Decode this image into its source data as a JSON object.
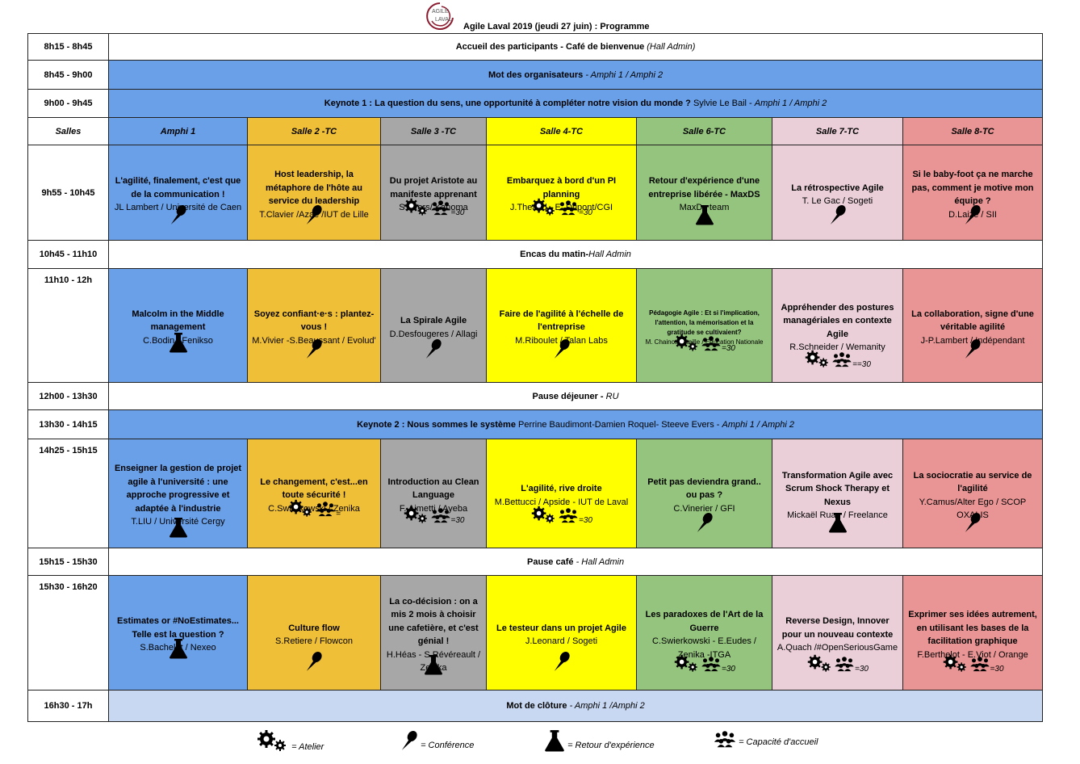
{
  "header": {
    "logo_text": "AGILE LAVAL",
    "title": "Agile Laval 2019 (jeudi 27 juin) : Programme"
  },
  "rows": {
    "accueil": {
      "time": "8h15 - 8h45",
      "text": "Accueil des participants - Café de bienvenue",
      "loc": "(Hall Admin)"
    },
    "mot": {
      "time": "8h45 - 9h00",
      "text": "Mot des organisateurs",
      "loc": "- Amphi 1 / Amphi 2"
    },
    "keynote1": {
      "time": "9h00 - 9h45",
      "text": "Keynote 1 :   La question du sens, une opportunité à compléter notre vision du monde ?",
      "spk": "Sylvie Le Bail -",
      "loc": "Amphi 1 / Amphi 2"
    },
    "salles": {
      "label": "Salles",
      "rooms": [
        "Amphi 1",
        "Salle 2 -TC",
        "Salle 3 -TC",
        "Salle 4-TC",
        "Salle 6-TC",
        "Salle 7-TC",
        "Salle 8-TC"
      ]
    },
    "s1": {
      "time": "9h55 - 10h45",
      "sessions": [
        {
          "title": "L'agilité, finalement, c'est que de la communication !",
          "spk": "JL Lambert / Université de Caen",
          "cap": ""
        },
        {
          "title": "Host leadership, la métaphore de l'hôte au service du leadership",
          "spk": "T.Clavier  /Azaé /IUT de Lille",
          "cap": ""
        },
        {
          "title": "Du projet Aristote au manifeste apprenant",
          "spk": "S.Evers/ Kanoma",
          "cap": "=30"
        },
        {
          "title": "Embarquez à bord d'un PI planning",
          "spk": "J.Theaud - E. Dupont/CGI",
          "cap": "=30"
        },
        {
          "title": "Retour d'expérience d'une entreprise libérée - MaxDS",
          "spk": "MaxDs team",
          "cap": ""
        },
        {
          "title": "La rétrospective Agile",
          "spk": "T. Le Gac / Sogeti",
          "cap": ""
        },
        {
          "title": "Si le baby-foot ça ne marche pas, comment je motive mon équipe ?",
          "spk": "D.Laizé / SII",
          "cap": ""
        }
      ]
    },
    "encas": {
      "time": "10h45 - 11h10",
      "text": "Encas du matin-",
      "loc": "Hall Admin"
    },
    "s2": {
      "time": "11h10 - 12h",
      "sessions": [
        {
          "title": "Malcolm in the Middle management",
          "spk": "C.Bodin / Fenikso",
          "cap": ""
        },
        {
          "title": "Soyez confiant·e·s : plantez-vous !",
          "spk": "M.Vivier -S.Beaussant / Evolud'",
          "cap": ""
        },
        {
          "title": "La Spirale Agile",
          "spk": "D.Desfougeres / Allagi",
          "cap": ""
        },
        {
          "title": "Faire de l'agilité à l'échelle de l'entreprise",
          "spk": "M.Riboulet / Talan Labs",
          "cap": ""
        },
        {
          "title": "Pédagogie Agile : Et si l'implication, l'attention, la mémorisation et la gratitude se cultivaient?",
          "spk": "M. Chainot-Bataille / Education Nationale",
          "cap": "=30"
        },
        {
          "title": "Appréhender des postures managériales en contexte Agile",
          "spk": "R.Schneider / Wemanity",
          "cap": "==30"
        },
        {
          "title": "La collaboration, signe d'une véritable agilité",
          "spk": "J-P.Lambert / Indépendant",
          "cap": ""
        }
      ]
    },
    "dejeuner": {
      "time": "12h00 - 13h30",
      "text": "Pause déjeuner -",
      "loc": "RU"
    },
    "keynote2": {
      "time": "13h30 - 14h15",
      "text": "Keynote 2 : Nous sommes le système",
      "spk": "Perrine Baudimont-Damien Roquel- Steeve Evers -",
      "loc": "Amphi 1 / Amphi 2"
    },
    "s3": {
      "time": "14h25 - 15h15",
      "sessions": [
        {
          "title": "Enseigner la gestion de projet agile à l'université : une approche progressive et adaptée à l'industrie",
          "spk": "T.LIU / Université Cergy",
          "cap": ""
        },
        {
          "title": "Le changement, c'est...en toute sécurité !",
          "spk": "C.Swierkowski / Zenika",
          "cap": "="
        },
        {
          "title": "Introduction au Clean Language",
          "spk": "F. Aimetti / Ayeba",
          "cap": "=30"
        },
        {
          "title": "L'agilité, rive droite",
          "spk": "M.Bettucci / Apside - IUT de Laval",
          "cap": "=30"
        },
        {
          "title": "Petit pas deviendra grand.. ou pas ?",
          "spk": "C.Vinerier / GFI",
          "cap": ""
        },
        {
          "title": "Transformation Agile avec Scrum Shock Therapy et Nexus",
          "spk": "Mickaël Ruau / Freelance",
          "cap": ""
        },
        {
          "title": "La sociocratie au service de l'agilité",
          "spk": "Y.Camus/Alter Ego / SCOP OXALIS",
          "cap": ""
        }
      ]
    },
    "cafe": {
      "time": "15h15 - 15h30",
      "text": "Pause café",
      "loc": "- Hall Admin"
    },
    "s4": {
      "time": "15h30 - 16h20",
      "sessions": [
        {
          "title": "Estimates or #NoEstimates... Telle est la question ?",
          "spk": "S.Bachelet / Nexeo",
          "cap": ""
        },
        {
          "title": "Culture flow",
          "spk": "S.Retiere / Flowcon",
          "cap": ""
        },
        {
          "title": "La co-décision : on a mis 2 mois à choisir une cafetière, et c'est génial !",
          "spk": "H.Héas - S.Révéreault / Zenika",
          "cap": ""
        },
        {
          "title": "Le testeur dans un projet Agile",
          "spk": "J.Leonard / Sogeti",
          "cap": ""
        },
        {
          "title": "Les paradoxes de l'Art de la Guerre",
          "spk": "C.Swierkowski - E.Eudes / Zenika -ITGA",
          "cap": "=30"
        },
        {
          "title": "Reverse Design, Innover pour un nouveau contexte",
          "spk": "A.Quach /#OpenSeriousGame",
          "cap": "=30"
        },
        {
          "title": "Exprimer ses idées autrement, en utilisant les bases de la facilitation graphique",
          "spk": "F.Berthelot - E.Viot / Orange",
          "cap": "=30"
        }
      ]
    },
    "cloture": {
      "time": "16h30 - 17h",
      "text": "Mot de clôture",
      "loc": "- Amphi 1 /Amphi 2"
    }
  },
  "legend": {
    "atelier": "= Atelier",
    "conference": "= Conférence",
    "retour": "= Retour d'expérience",
    "capacite": "= Capacité d'accueil"
  },
  "colors": {
    "amphi1": "#6aa0e8",
    "salle2": "#f0bf38",
    "salle3": "#a7a7a7",
    "salle4": "#ffff00",
    "salle6": "#94c47d",
    "salle7": "#eacfd9",
    "salle8": "#ea9595",
    "cloture": "#c8d8f3"
  }
}
